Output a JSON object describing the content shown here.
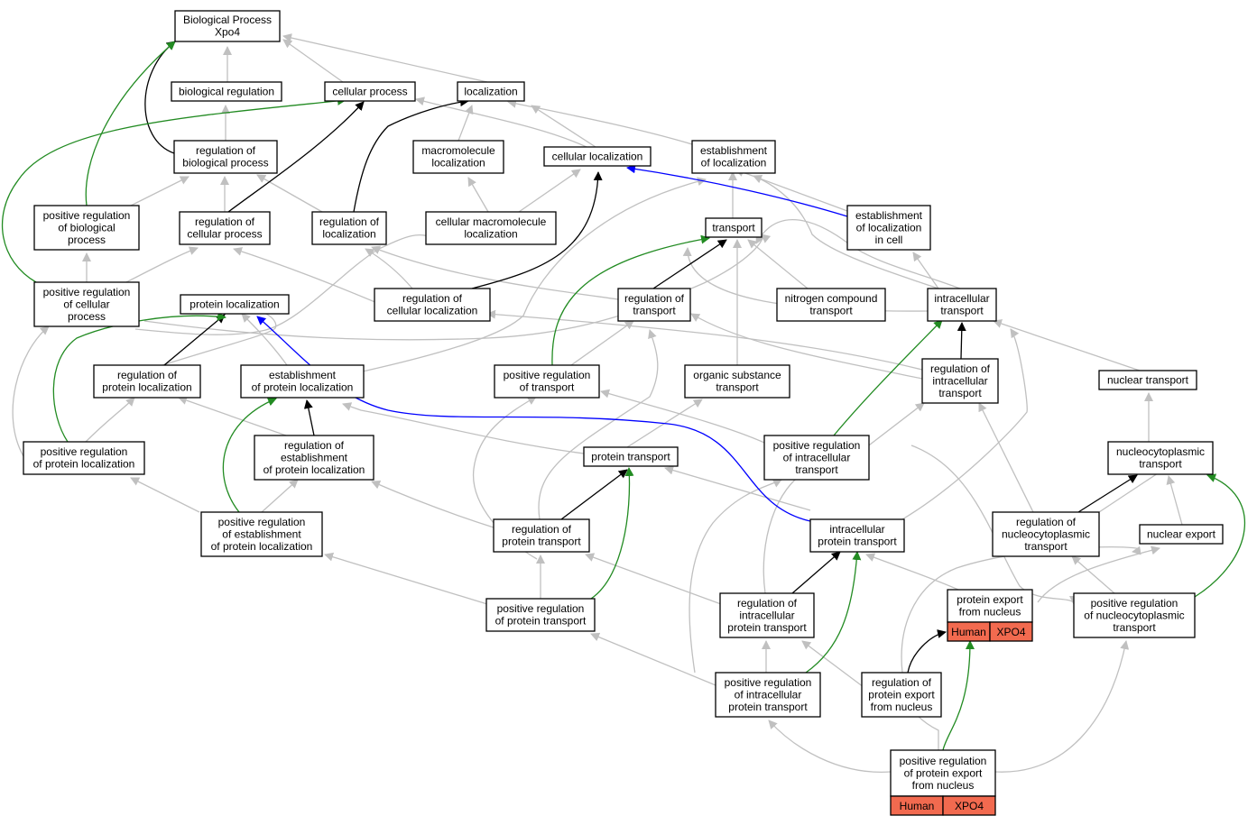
{
  "colors": {
    "is_a": "#c0c0c0",
    "part_of": "#000000",
    "positively_regulates": "#228b22",
    "regulates_blue": "#0000ff",
    "annotation": "#f26a4f"
  },
  "nodes": [
    {
      "id": "bp",
      "lines": [
        "Biological Process",
        "Xpo4"
      ]
    },
    {
      "id": "biol_reg",
      "lines": [
        "biological regulation"
      ]
    },
    {
      "id": "cell_proc",
      "lines": [
        "cellular process"
      ]
    },
    {
      "id": "loc",
      "lines": [
        "localization"
      ]
    },
    {
      "id": "reg_bp",
      "lines": [
        "regulation of",
        "biological process"
      ]
    },
    {
      "id": "macro_loc",
      "lines": [
        "macromolecule",
        "localization"
      ]
    },
    {
      "id": "cell_loc",
      "lines": [
        "cellular localization"
      ]
    },
    {
      "id": "est_loc",
      "lines": [
        "establishment",
        "of localization"
      ]
    },
    {
      "id": "pos_reg_bp",
      "lines": [
        "positive regulation",
        "of biological",
        "process"
      ]
    },
    {
      "id": "reg_cp",
      "lines": [
        "regulation of",
        "cellular process"
      ]
    },
    {
      "id": "reg_loc",
      "lines": [
        "regulation of",
        "localization"
      ]
    },
    {
      "id": "cell_macro_loc",
      "lines": [
        "cellular macromolecule",
        "localization"
      ]
    },
    {
      "id": "transport",
      "lines": [
        "transport"
      ]
    },
    {
      "id": "est_loc_cell",
      "lines": [
        "establishment",
        "of localization",
        "in cell"
      ]
    },
    {
      "id": "pos_reg_cp",
      "lines": [
        "positive regulation",
        "of cellular",
        "process"
      ]
    },
    {
      "id": "prot_loc",
      "lines": [
        "protein localization"
      ]
    },
    {
      "id": "reg_cell_loc",
      "lines": [
        "regulation of",
        "cellular localization"
      ]
    },
    {
      "id": "reg_transport",
      "lines": [
        "regulation of",
        "transport"
      ]
    },
    {
      "id": "nitro",
      "lines": [
        "nitrogen compound",
        "transport"
      ]
    },
    {
      "id": "ic_transport",
      "lines": [
        "intracellular",
        "transport"
      ]
    },
    {
      "id": "reg_prot_loc",
      "lines": [
        "regulation of",
        "protein localization"
      ]
    },
    {
      "id": "est_prot_loc",
      "lines": [
        "establishment",
        "of protein localization"
      ]
    },
    {
      "id": "pos_reg_transport",
      "lines": [
        "positive regulation",
        "of transport"
      ]
    },
    {
      "id": "org_sub",
      "lines": [
        "organic substance",
        "transport"
      ]
    },
    {
      "id": "reg_ic_transport",
      "lines": [
        "regulation of",
        "intracellular",
        "transport"
      ]
    },
    {
      "id": "nuc_transport",
      "lines": [
        "nuclear transport"
      ]
    },
    {
      "id": "pos_reg_prot_loc",
      "lines": [
        "positive regulation",
        "of protein localization"
      ]
    },
    {
      "id": "reg_est_prot_loc",
      "lines": [
        "regulation of",
        "establishment",
        "of protein localization"
      ]
    },
    {
      "id": "prot_transport",
      "lines": [
        "protein transport"
      ]
    },
    {
      "id": "pos_reg_ic_transport",
      "lines": [
        "positive regulation",
        "of intracellular",
        "transport"
      ]
    },
    {
      "id": "ncyt_transport",
      "lines": [
        "nucleocytoplasmic",
        "transport"
      ]
    },
    {
      "id": "pos_reg_est_prot_loc",
      "lines": [
        "positive regulation",
        "of establishment",
        "of protein localization"
      ]
    },
    {
      "id": "reg_prot_transport",
      "lines": [
        "regulation of",
        "protein transport"
      ]
    },
    {
      "id": "ic_prot_transport",
      "lines": [
        "intracellular",
        "protein transport"
      ]
    },
    {
      "id": "reg_ncyt",
      "lines": [
        "regulation of",
        "nucleocytoplasmic",
        "transport"
      ]
    },
    {
      "id": "nuc_export",
      "lines": [
        "nuclear export"
      ]
    },
    {
      "id": "pos_reg_prot_transport",
      "lines": [
        "positive regulation",
        "of protein transport"
      ]
    },
    {
      "id": "reg_ic_prot_transport",
      "lines": [
        "regulation of",
        "intracellular",
        "protein transport"
      ]
    },
    {
      "id": "prot_export",
      "lines": [
        "protein export",
        "from nucleus"
      ],
      "annotation": [
        "Human",
        "XPO4"
      ]
    },
    {
      "id": "pos_reg_ncyt",
      "lines": [
        "positive regulation",
        "of nucleocytoplasmic",
        "transport"
      ]
    },
    {
      "id": "pos_reg_ic_prot_transport",
      "lines": [
        "positive regulation",
        "of intracellular",
        "protein transport"
      ]
    },
    {
      "id": "reg_prot_export",
      "lines": [
        "regulation of",
        "protein export",
        "from nucleus"
      ]
    },
    {
      "id": "pos_reg_prot_export",
      "lines": [
        "positive regulation",
        "of protein export",
        "from nucleus"
      ],
      "annotation": [
        "Human",
        "XPO4"
      ]
    }
  ]
}
